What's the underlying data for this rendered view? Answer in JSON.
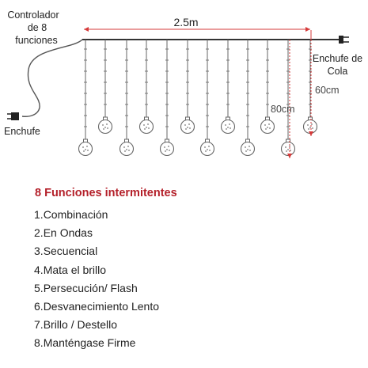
{
  "diagram": {
    "controller_label": [
      "Controlador",
      "de 8",
      "funciones"
    ],
    "plug_label": "Enchufe",
    "length_label": "2.5m",
    "tail_plug_label": [
      "Enchufe de",
      "Cola"
    ],
    "drop_long_label": "80cm",
    "drop_short_label": "60cm",
    "icons": {
      "plug": "plug-icon",
      "tail_plug": "tail-plug-icon",
      "bulb": "bulb-icon"
    },
    "colors": {
      "wire": "#555555",
      "accent_red": "#d63a3a",
      "bulb_stroke": "#666666"
    }
  },
  "functions": {
    "title": "8 Funciones intermitentes",
    "items": [
      {
        "num": "1.",
        "label": "Combinación"
      },
      {
        "num": "2.",
        "label": "En Ondas"
      },
      {
        "num": "3.",
        "label": "Secuencial"
      },
      {
        "num": "4.",
        "label": "Mata el brillo"
      },
      {
        "num": "5.",
        "label": "Persecución/ Flash"
      },
      {
        "num": "6.",
        "label": "Desvanecimiento Lento"
      },
      {
        "num": "7.",
        "label": "Brillo / Destello"
      },
      {
        "num": "8.",
        "label": "Manténgase Firme"
      }
    ]
  }
}
